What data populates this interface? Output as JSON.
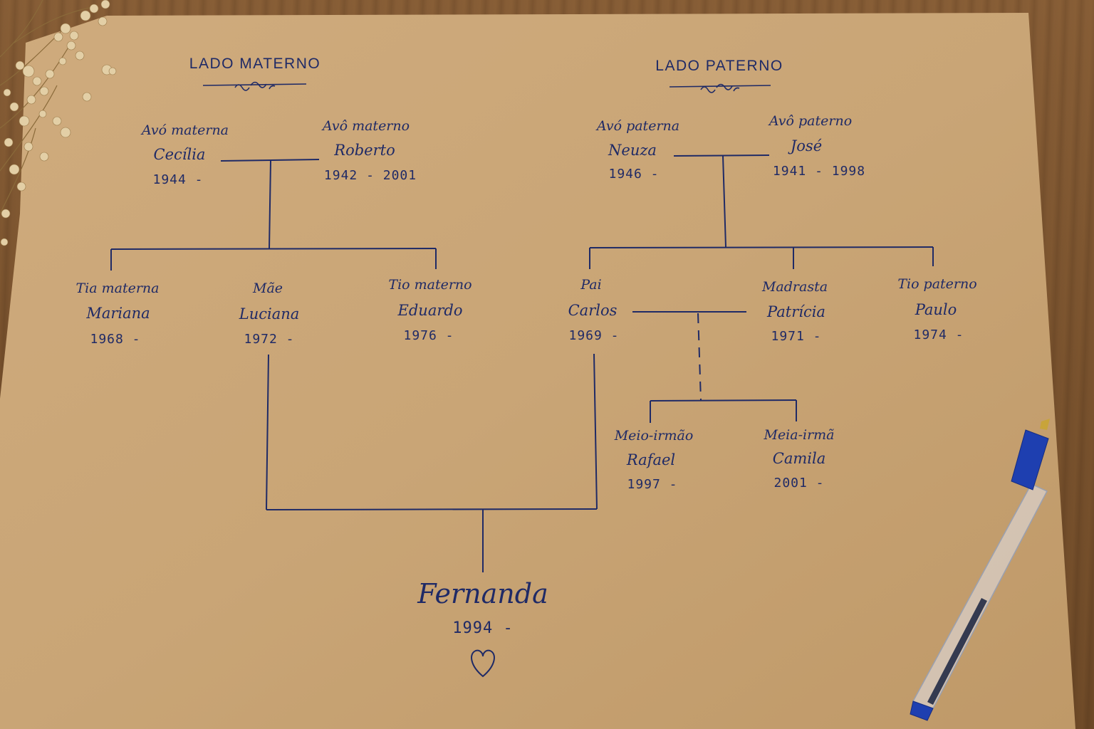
{
  "colors": {
    "ink": "#1f2a66",
    "paper": "#c9a77a",
    "table": "#7b542f",
    "pen_blue": "#1e3fb0"
  },
  "maternal": {
    "title": "LADO MATERNO",
    "grandmother": {
      "role": "Avó materna",
      "name": "Cecília",
      "year": "1944 -"
    },
    "grandfather": {
      "role": "Avô materno",
      "name": "Roberto",
      "year": "1942 - 2001"
    },
    "aunt": {
      "role": "Tia materna",
      "name": "Mariana",
      "year": "1968 -"
    },
    "mother": {
      "role": "Mãe",
      "name": "Luciana",
      "year": "1972 -"
    },
    "uncle": {
      "role": "Tio materno",
      "name": "Eduardo",
      "year": "1976 -"
    }
  },
  "paternal": {
    "title": "LADO PATERNO",
    "grandmother": {
      "role": "Avó paterna",
      "name": "Neuza",
      "year": "1946 -"
    },
    "grandfather": {
      "role": "Avô paterno",
      "name": "José",
      "year": "1941 - 1998"
    },
    "father": {
      "role": "Pai",
      "name": "Carlos",
      "year": "1969 -"
    },
    "stepmother": {
      "role": "Madrasta",
      "name": "Patrícia",
      "year": "1971 -"
    },
    "uncle": {
      "role": "Tio paterno",
      "name": "Paulo",
      "year": "1974 -"
    },
    "half_brother": {
      "role": "Meio-irmão",
      "name": "Rafael",
      "year": "1997 -"
    },
    "half_sister": {
      "role": "Meia-irmã",
      "name": "Camila",
      "year": "2001 -"
    }
  },
  "center": {
    "name": "Fernanda",
    "year": "1994 -",
    "icon": "heart-icon"
  },
  "decor": {
    "flowers_icon": "dried-flowers",
    "pen_icon": "ballpoint-pen-icon"
  }
}
